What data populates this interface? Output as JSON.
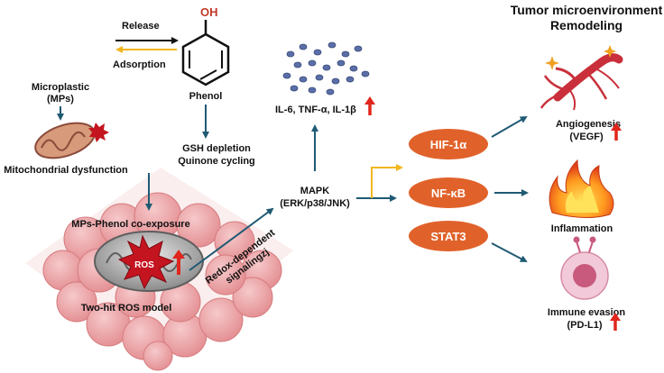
{
  "title": {
    "line1": "Tumor microenvironment",
    "line2": "Remodeling"
  },
  "release_label": "Release",
  "adsorption_label": "Adsorption",
  "phenol": {
    "oh": "OH",
    "name": "Phenol"
  },
  "microplastic": {
    "line1": "Microplastic",
    "line2": "(MPs)"
  },
  "mito_dysfunction": "Mitochondrial dysfunction",
  "gsh": {
    "line1": "GSH depletion",
    "line2": "Quinone cycling"
  },
  "coexposure": "MPs-Phenol co-exposure",
  "ros": "ROS",
  "two_hit": "Two-hit ROS model",
  "redox": {
    "line1": "Redox-dependent",
    "line2": "signalingzj"
  },
  "mapk": {
    "line1": "MAPK",
    "line2": "(ERK/p38/JNK)"
  },
  "cytokines": "IL-6, TNF-α, IL-1β",
  "nodes": {
    "hif": "HIF-1α",
    "nfkb": "NF-κB",
    "stat3": "STAT3"
  },
  "outcomes": {
    "angio": {
      "line1": "Angiogenesis",
      "line2": "(VEGF)"
    },
    "inflammation": "Inflammation",
    "immune": {
      "line1": "Immune evasion",
      "line2": "(PD-L1)"
    }
  },
  "colors": {
    "teal_arrow": "#1f5a73",
    "yellow_arrow": "#f2b51d",
    "node_fill": "#e0622a",
    "up_arrow": "#e0261c",
    "tumor": "#e8a0a2"
  }
}
